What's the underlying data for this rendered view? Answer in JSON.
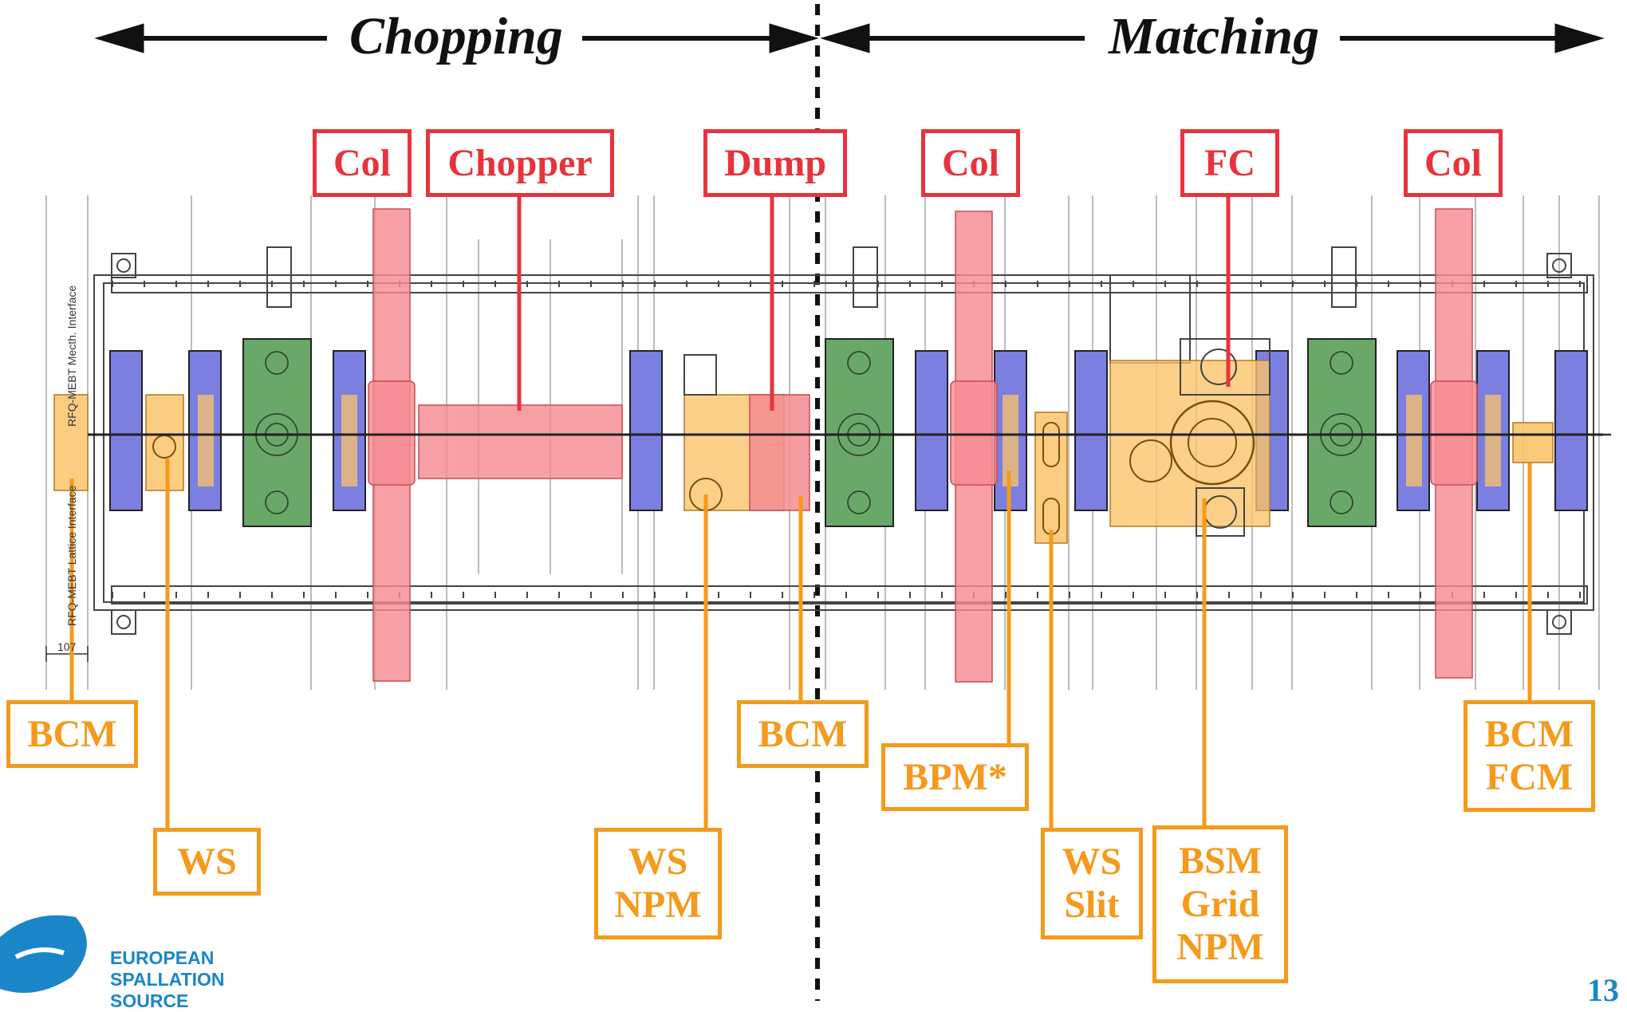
{
  "sections": {
    "left": "Chopping",
    "right": "Matching"
  },
  "interface_labels": {
    "mech": "RFQ-MEBT Mecth. Interface",
    "lattice": "RFQ-MEBT Lattice Interface",
    "dimension": "107"
  },
  "labels": {
    "col_1": [
      "Col"
    ],
    "chopper": [
      "Chopper"
    ],
    "dump": [
      "Dump"
    ],
    "col_2": [
      "Col"
    ],
    "fc": [
      "FC"
    ],
    "col_3": [
      "Col"
    ],
    "bcm_1": [
      "BCM"
    ],
    "ws_1": [
      "WS"
    ],
    "ws_npm": [
      "WS",
      "NPM"
    ],
    "bcm_2": [
      "BCM"
    ],
    "bpm": [
      "BPM*"
    ],
    "ws_slit": [
      "WS",
      "Slit"
    ],
    "bsm_grid_npm": [
      "BSM",
      "Grid",
      "NPM"
    ],
    "bcm_fcm": [
      "BCM",
      "FCM"
    ]
  },
  "logo": {
    "line1": "EUROPEAN",
    "line2": "SPALLATION",
    "line3": "SOURCE"
  },
  "page_number": "13",
  "colors": {
    "col": "#e8333c",
    "diag": "#f59a1b",
    "quad": "#7b7fe0",
    "buncher": "#6aa86a",
    "red_fill": "#f58c92",
    "org_fill": "#fbc46a"
  }
}
